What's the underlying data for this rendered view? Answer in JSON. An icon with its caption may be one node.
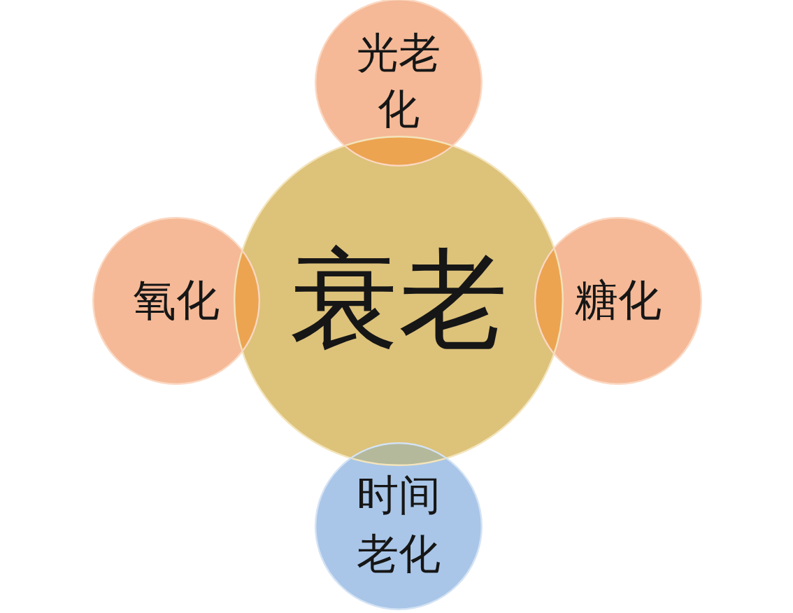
{
  "diagram": {
    "nodes": [
      {
        "text": [
          "光老化"
        ]
      },
      {
        "text": [
          "氧化"
        ]
      },
      {
        "text": [
          "衰老"
        ]
      },
      {
        "text": [
          "糖化"
        ]
      },
      {
        "text": [
          "时间老化"
        ]
      }
    ]
  }
}
